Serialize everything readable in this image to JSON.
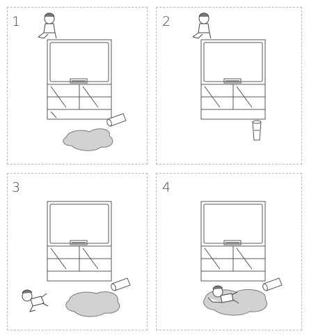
{
  "panels": [
    {
      "number": "1",
      "kid": "on-tv",
      "kid_pose": "sitting",
      "cup": "tipped",
      "spill": true
    },
    {
      "number": "2",
      "kid": "on-tv",
      "kid_pose": "sitting",
      "cup": "upright",
      "spill": false
    },
    {
      "number": "3",
      "kid": "floor-left",
      "kid_pose": "lying",
      "cup": "tipped",
      "spill": true
    },
    {
      "number": "4",
      "kid": "floor-in-spill",
      "kid_pose": "lying",
      "cup": "tipped",
      "spill": true
    }
  ],
  "colors": {
    "line": "#555555",
    "spill": "#d2d2d2",
    "border": "#b9b9b9"
  }
}
